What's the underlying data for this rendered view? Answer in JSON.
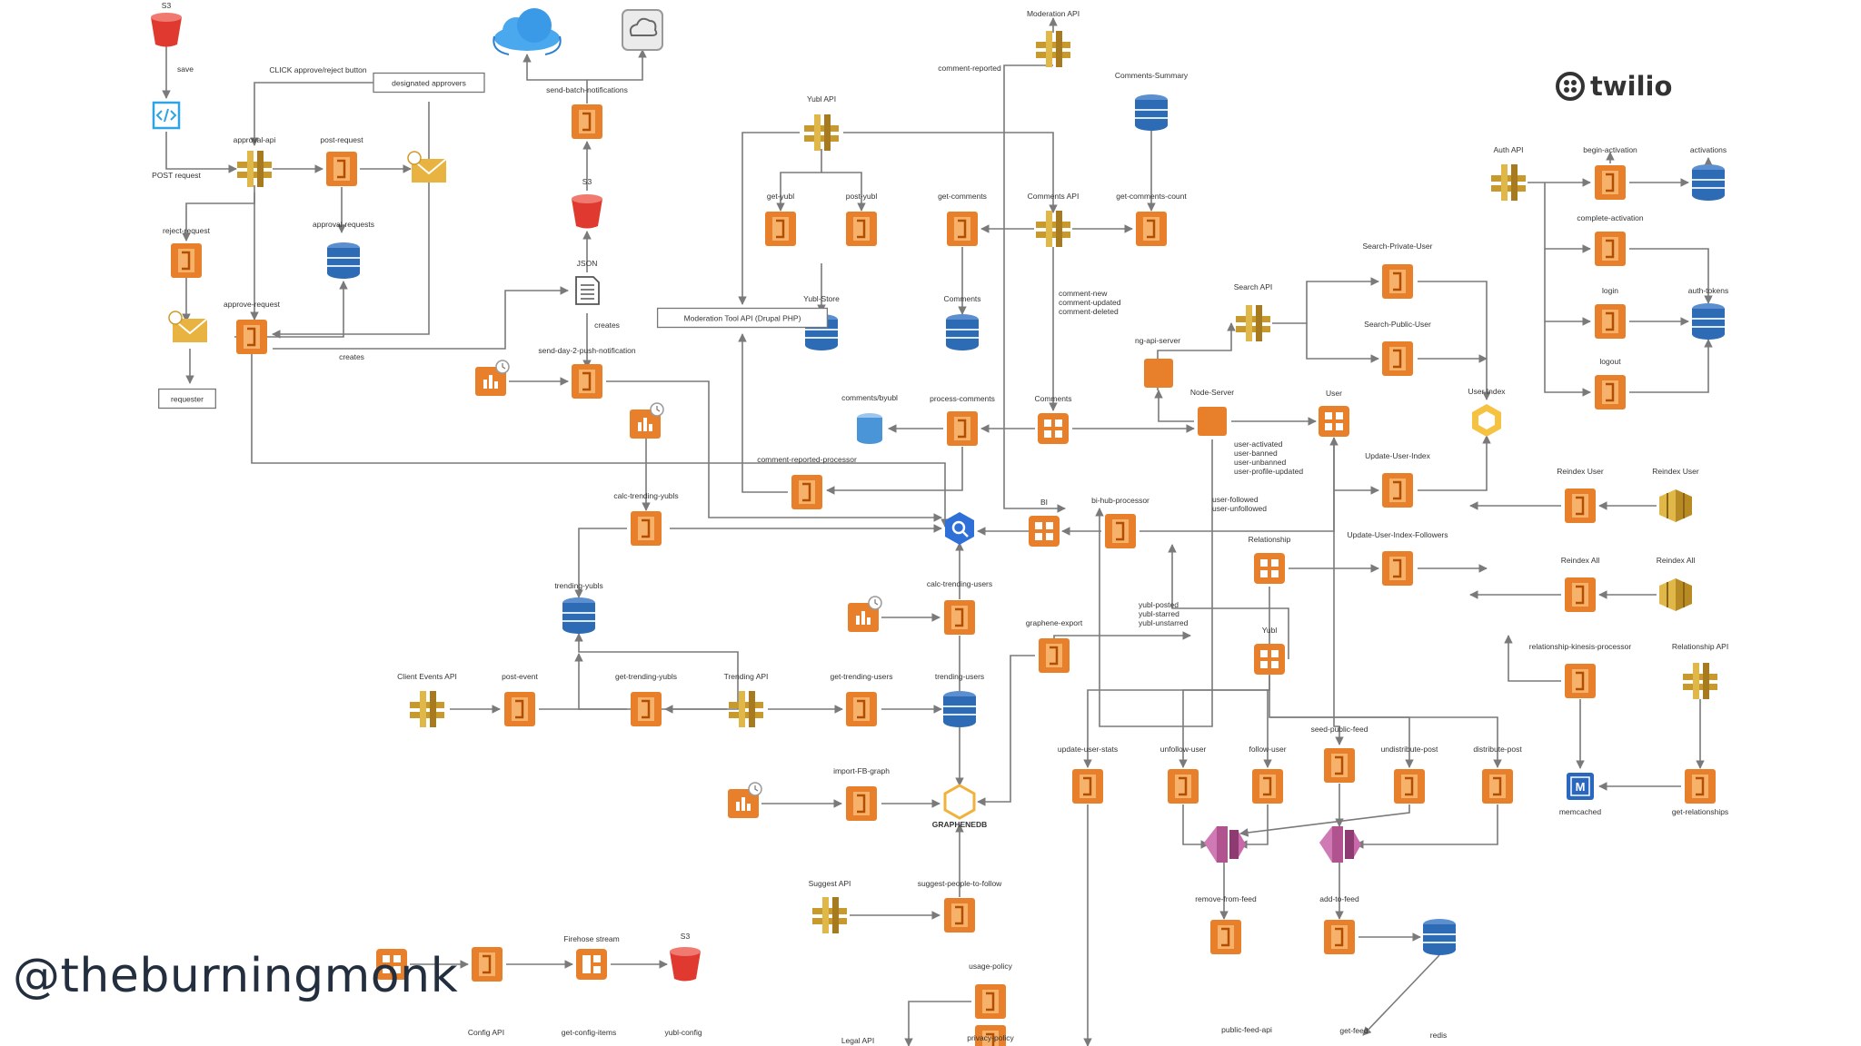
{
  "branding": {
    "watermark": "@theburningmonk",
    "twilio_logo": "twilio"
  },
  "colors": {
    "lambda": "#e8802b",
    "apigw": "#c89a2d",
    "dynamo": "#2d6cb5",
    "s3": "#e0392f",
    "kinesis": "#b0538f",
    "line": "#7a7a7a"
  },
  "nodes": [
    {
      "id": "s3-top",
      "icon": "s3",
      "label": "S3"
    },
    {
      "id": "save",
      "icon": "text",
      "label": "save"
    },
    {
      "id": "code",
      "icon": "code",
      "label": ""
    },
    {
      "id": "post-request-label",
      "icon": "text",
      "label": "POST request"
    },
    {
      "id": "click-label",
      "icon": "text",
      "label": "CLICK approve/reject button"
    },
    {
      "id": "designated",
      "icon": "box",
      "label": "designated approvers"
    },
    {
      "id": "approval-api",
      "icon": "apigw",
      "label": "approval-api"
    },
    {
      "id": "post-request",
      "icon": "lambda",
      "label": "post-request"
    },
    {
      "id": "email-top",
      "icon": "email",
      "label": ""
    },
    {
      "id": "reject-request",
      "icon": "lambda",
      "label": "reject-request"
    },
    {
      "id": "approval-requests",
      "icon": "dynamo",
      "label": "approval-requests"
    },
    {
      "id": "email-bottom",
      "icon": "email",
      "label": ""
    },
    {
      "id": "approve-request",
      "icon": "lambda",
      "label": "approve-request"
    },
    {
      "id": "creates-1",
      "icon": "text",
      "label": "creates"
    },
    {
      "id": "requester",
      "icon": "box",
      "label": "requester"
    },
    {
      "id": "cloud-blue",
      "icon": "cloud-blue",
      "label": ""
    },
    {
      "id": "cloud-gray",
      "icon": "cloud-gray",
      "label": ""
    },
    {
      "id": "send-batch",
      "icon": "lambda",
      "label": "send-batch-notifications"
    },
    {
      "id": "s3-mid",
      "icon": "s3",
      "label": "S3"
    },
    {
      "id": "json",
      "icon": "doc",
      "label": "JSON"
    },
    {
      "id": "creates-2",
      "icon": "text",
      "label": "creates"
    },
    {
      "id": "cw-1",
      "icon": "cloudwatch",
      "label": ""
    },
    {
      "id": "send-day2",
      "icon": "lambda",
      "label": "send-day-2-push-notification"
    },
    {
      "id": "cw-2",
      "icon": "cloudwatch",
      "label": ""
    },
    {
      "id": "calc-trending-yubls",
      "icon": "lambda",
      "label": "calc-trending-yubls"
    },
    {
      "id": "trending-yubls",
      "icon": "dynamo",
      "label": "trending-yubls"
    },
    {
      "id": "client-events-api",
      "icon": "apigw",
      "label": "Client Events API"
    },
    {
      "id": "post-event",
      "icon": "lambda",
      "label": "post-event"
    },
    {
      "id": "get-trending-yubls",
      "icon": "lambda",
      "label": "get-trending-yubls"
    },
    {
      "id": "trending-api",
      "icon": "apigw",
      "label": "Trending API"
    },
    {
      "id": "get-trending-users",
      "icon": "lambda",
      "label": "get-trending-users"
    },
    {
      "id": "trending-users",
      "icon": "dynamo",
      "label": "trending-users"
    },
    {
      "id": "moderation-api",
      "icon": "apigw",
      "label": "Moderation API"
    },
    {
      "id": "comment-reported",
      "icon": "text",
      "label": "comment-reported"
    },
    {
      "id": "comments-summary",
      "icon": "dynamo",
      "label": "Comments-Summary"
    },
    {
      "id": "yubl-api",
      "icon": "apigw",
      "label": "Yubl API"
    },
    {
      "id": "get-yubl",
      "icon": "lambda",
      "label": "get-yubl"
    },
    {
      "id": "post-yubl",
      "icon": "lambda",
      "label": "post-yubl"
    },
    {
      "id": "yubl-store",
      "icon": "dynamo",
      "label": "Yubl-Store"
    },
    {
      "id": "moderation-tool",
      "icon": "box",
      "label": "Moderation Tool API (Drupal PHP)"
    },
    {
      "id": "get-comments",
      "icon": "lambda",
      "label": "get-comments"
    },
    {
      "id": "comments-api",
      "icon": "apigw",
      "label": "Comments API"
    },
    {
      "id": "get-comments-count",
      "icon": "lambda",
      "label": "get-comments-count"
    },
    {
      "id": "comments-db",
      "icon": "dynamo",
      "label": "Comments"
    },
    {
      "id": "comment-events",
      "icon": "text",
      "label": "comment-new\ncomment-updated\ncomment-deleted"
    },
    {
      "id": "comments-by-yubl",
      "icon": "dynamo-light",
      "label": "comments/byubl"
    },
    {
      "id": "process-comments",
      "icon": "lambda",
      "label": "process-comments"
    },
    {
      "id": "comments-stream",
      "icon": "kinesis-square",
      "label": "Comments"
    },
    {
      "id": "comment-reported-processor",
      "icon": "lambda",
      "label": "comment-reported-processor"
    },
    {
      "id": "cloudsearch",
      "icon": "cloudsearch",
      "label": ""
    },
    {
      "id": "bi-stream",
      "icon": "kinesis-square",
      "label": "BI"
    },
    {
      "id": "bi-hub-processor",
      "icon": "lambda",
      "label": "bi-hub-processor"
    },
    {
      "id": "calc-trending-users",
      "icon": "lambda",
      "label": "calc-trending-users"
    },
    {
      "id": "cw-3",
      "icon": "cloudwatch",
      "label": ""
    },
    {
      "id": "graphene-export",
      "icon": "lambda",
      "label": "graphene-export"
    },
    {
      "id": "cw-4",
      "icon": "cloudwatch",
      "label": ""
    },
    {
      "id": "import-fb-graph",
      "icon": "lambda",
      "label": "import-FB-graph"
    },
    {
      "id": "graphenedb",
      "icon": "graphene",
      "label": "GRAPHENEDB"
    },
    {
      "id": "suggest-api",
      "icon": "apigw",
      "label": "Suggest API"
    },
    {
      "id": "suggest-people",
      "icon": "lambda",
      "label": "suggest-people-to-follow"
    },
    {
      "id": "search-api",
      "icon": "apigw",
      "label": "Search API"
    },
    {
      "id": "ng-api-server",
      "icon": "text",
      "label": "ng-api-server"
    },
    {
      "id": "ec2-small",
      "icon": "ec2",
      "label": ""
    },
    {
      "id": "node-server",
      "icon": "ec2",
      "label": "Node-Server"
    },
    {
      "id": "search-private-user",
      "icon": "lambda",
      "label": "Search-Private-User"
    },
    {
      "id": "search-public-user",
      "icon": "lambda",
      "label": "Search-Public-User"
    },
    {
      "id": "user-stream",
      "icon": "kinesis-square",
      "label": "User"
    },
    {
      "id": "user-events",
      "icon": "text",
      "label": "user-activated\nuser-banned\nuser-unbanned\nuser-profile-updated"
    },
    {
      "id": "follow-events",
      "icon": "text",
      "label": "user-followed\nuser-unfollowed"
    },
    {
      "id": "relationship-stream",
      "icon": "kinesis-square",
      "label": "Relationship"
    },
    {
      "id": "yubl-events",
      "icon": "text",
      "label": "yubl-posted\nyubl-starred\nyubl-unstarred"
    },
    {
      "id": "yubl-stream",
      "icon": "kinesis-square",
      "label": "Yubl"
    },
    {
      "id": "update-user-index",
      "icon": "lambda",
      "label": "Update-User-Index"
    },
    {
      "id": "update-user-index-followers",
      "icon": "lambda",
      "label": "Update-User-Index-Followers"
    },
    {
      "id": "user-index",
      "icon": "es",
      "label": "User Index"
    },
    {
      "id": "auth-api",
      "icon": "apigw",
      "label": "Auth API"
    },
    {
      "id": "begin-activation",
      "icon": "lambda",
      "label": "begin-activation"
    },
    {
      "id": "activations",
      "icon": "dynamo",
      "label": "activations"
    },
    {
      "id": "complete-activation",
      "icon": "lambda",
      "label": "complete-activation"
    },
    {
      "id": "login",
      "icon": "lambda",
      "label": "login"
    },
    {
      "id": "auth-tokens",
      "icon": "dynamo",
      "label": "auth-tokens"
    },
    {
      "id": "logout",
      "icon": "lambda",
      "label": "logout"
    },
    {
      "id": "reindex-user-l",
      "icon": "lambda",
      "label": "Reindex User"
    },
    {
      "id": "reindex-user-r",
      "icon": "sf",
      "label": "Reindex User"
    },
    {
      "id": "reindex-all-l",
      "icon": "lambda",
      "label": "Reindex All"
    },
    {
      "id": "reindex-all-r",
      "icon": "sf",
      "label": "Reindex All"
    },
    {
      "id": "rel-kinesis-processor",
      "icon": "lambda",
      "label": "relationship-kinesis-processor"
    },
    {
      "id": "relationship-api",
      "icon": "apigw",
      "label": "Relationship API"
    },
    {
      "id": "memcached",
      "icon": "memcached",
      "label": "memcached"
    },
    {
      "id": "get-relationships",
      "icon": "lambda",
      "label": "get-relationships"
    },
    {
      "id": "update-user-stats",
      "icon": "lambda",
      "label": "update-user-stats"
    },
    {
      "id": "unfollow-user",
      "icon": "lambda",
      "label": "unfollow-user"
    },
    {
      "id": "follow-user",
      "icon": "lambda",
      "label": "follow-user"
    },
    {
      "id": "seed-public-feed",
      "icon": "lambda",
      "label": "seed-public-feed"
    },
    {
      "id": "undistribute-post",
      "icon": "lambda",
      "label": "undistribute-post"
    },
    {
      "id": "distribute-post",
      "icon": "lambda",
      "label": "distribute-post"
    },
    {
      "id": "kinesis-1",
      "icon": "kinesis",
      "label": ""
    },
    {
      "id": "kinesis-2",
      "icon": "kinesis",
      "label": ""
    },
    {
      "id": "remove-from-feed",
      "icon": "lambda",
      "label": "remove-from-feed"
    },
    {
      "id": "add-to-feed",
      "icon": "lambda",
      "label": "add-to-feed"
    },
    {
      "id": "feed-db",
      "icon": "dynamo",
      "label": ""
    },
    {
      "id": "kinesis-sq-bottom",
      "icon": "kinesis-square",
      "label": ""
    },
    {
      "id": "lambda-bottom-1",
      "icon": "lambda",
      "label": ""
    },
    {
      "id": "firehose-stream",
      "icon": "firehose",
      "label": "Firehose stream"
    },
    {
      "id": "s3-bottom",
      "icon": "s3",
      "label": "S3"
    },
    {
      "id": "usage-policy",
      "icon": "lambda",
      "label": "usage-policy"
    },
    {
      "id": "privacy-policy",
      "icon": "lambda",
      "label": "privacy-policy"
    },
    {
      "id": "legal-api",
      "icon": "text",
      "label": "Legal API"
    },
    {
      "id": "config-api",
      "icon": "text",
      "label": "Config API"
    },
    {
      "id": "get-config-items",
      "icon": "text",
      "label": "get-config-items"
    },
    {
      "id": "yubl-config",
      "icon": "text",
      "label": "yubl-config"
    },
    {
      "id": "public-feed-api",
      "icon": "text",
      "label": "public-feed-api"
    },
    {
      "id": "get-feed",
      "icon": "text",
      "label": "get-feed"
    },
    {
      "id": "redis",
      "icon": "text",
      "label": "redis"
    }
  ]
}
